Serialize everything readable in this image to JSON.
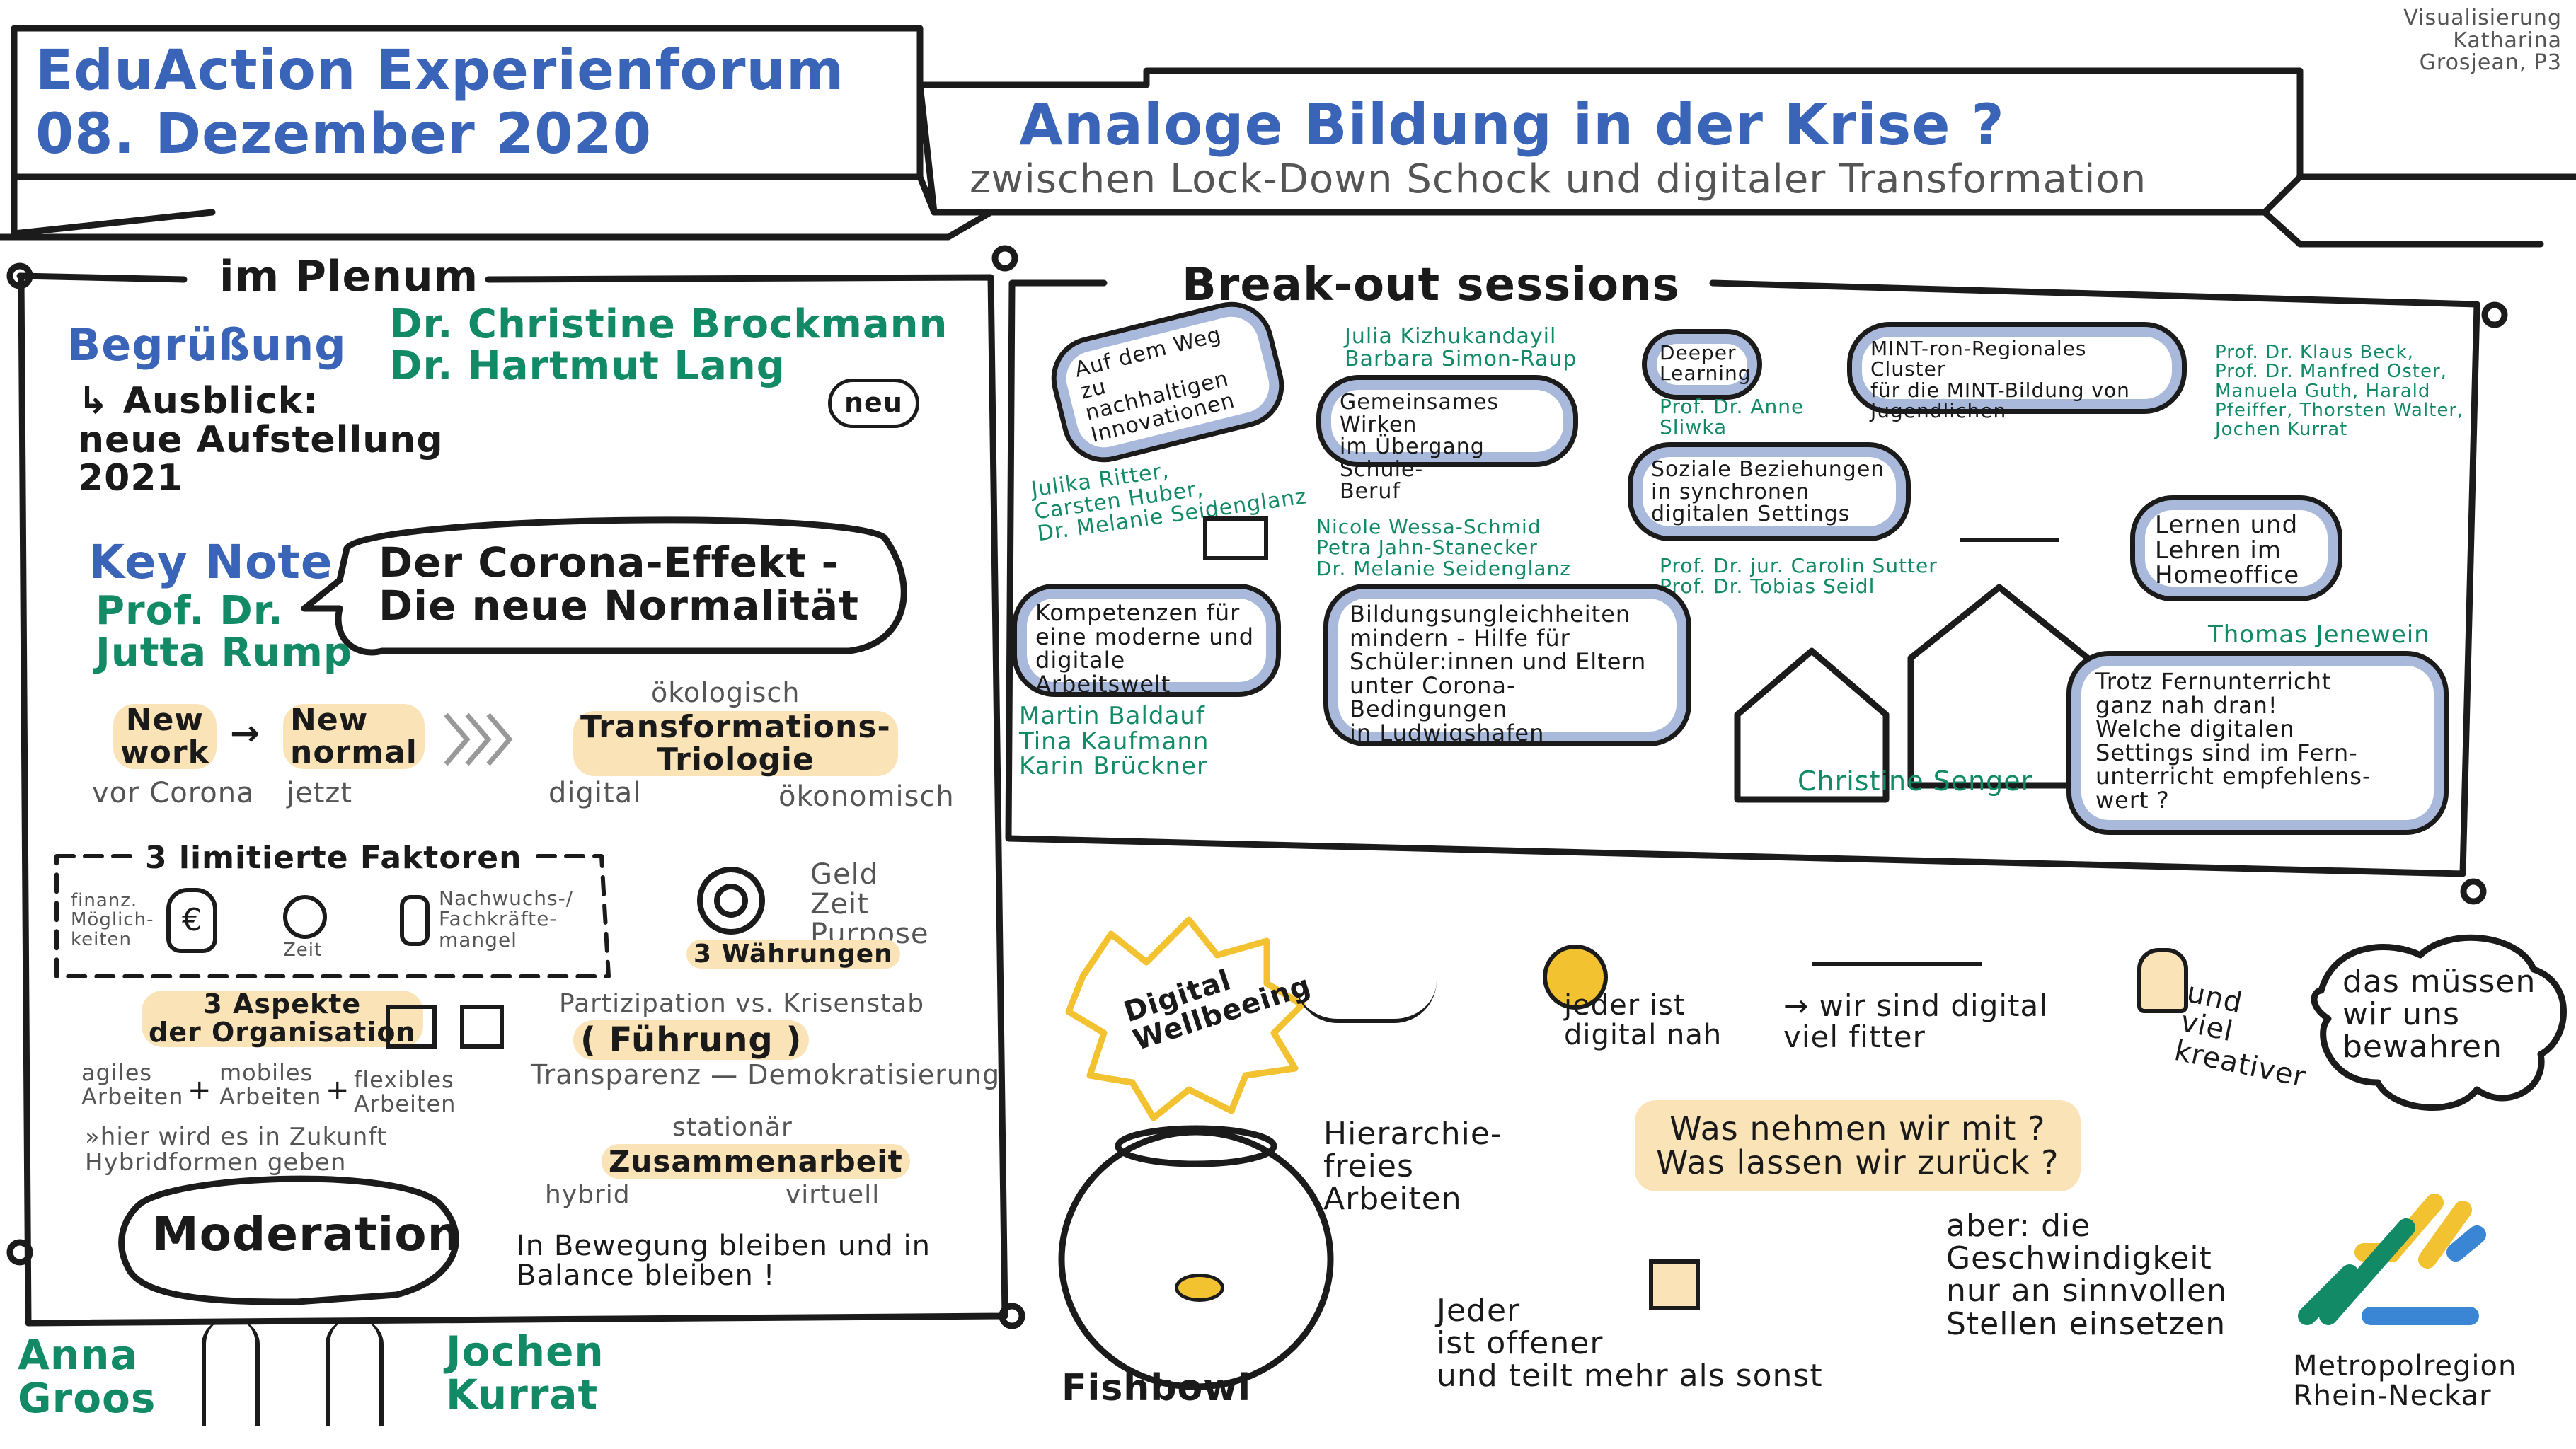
{
  "credit": {
    "text": "Visualisierung\nKatharina\nGrosjean, P3"
  },
  "banner": {
    "line1": "EduAction Experienforum",
    "line2": "08. Dezember 2020"
  },
  "title": {
    "main": "Analoge Bildung in der Krise ?",
    "sub": "zwischen Lock-Down Schock und digitaler Transformation"
  },
  "plenum": {
    "heading": "im Plenum",
    "welcome_label": "Begrüßung",
    "welcome_speakers": "Dr. Christine Brockmann\nDr. Hartmut Lang",
    "outlook": "↳ Ausblick:\nneue Aufstellung\n2021",
    "new_badge": "neu",
    "keynote_label": "Key Note",
    "keynote_speaker": "Prof. Dr.\nJutta Rump",
    "keynote_title": "Der Corona-Effekt -\nDie neue Normalität",
    "new_work": "New\nwork",
    "arrow": "→",
    "new_normal": "New\nnormal",
    "vor_corona": "vor Corona",
    "jetzt": "jetzt",
    "oekologisch": "ökologisch",
    "triologie": "Transformations-\nTriologie",
    "digital": "digital",
    "oekonomisch": "ökonomisch",
    "factors_title": "3 limitierte Faktoren",
    "factor1": "finanz.\nMöglich-\nkeiten",
    "factor2": "Zeit",
    "factor3": "Nachwuchs-/\nFachkräfte-\nmangel",
    "currencies_words": "Geld\nZeit\nPurpose",
    "currencies": "3 Währungen",
    "aspects": "3 Aspekte\nder Organisation",
    "participation": "Partizipation vs. Krisenstab",
    "fuehrung": "( Führung )",
    "transparenz": "Transparenz — Demokratisierung",
    "agiles": "agiles\nArbeiten",
    "mobiles": "mobiles\nArbeiten",
    "flexibles": "flexibles\nArbeiten",
    "plus": "+",
    "zukunft": "»hier wird es in Zukunft\n  Hybridformen geben",
    "stationaer": "stationär",
    "zusammenarbeit": "Zusammenarbeit",
    "hybrid": "hybrid",
    "virtuell": "virtuell",
    "bewegung": "In Bewegung bleiben und in\nBalance bleiben !"
  },
  "moderation": {
    "label": "Moderation",
    "name1": "Anna\nGroos",
    "name2": "Jochen\nKurrat"
  },
  "breakout": {
    "heading": "Break-out sessions",
    "s1_title": "Auf dem Weg zu\nnachhaltigen\nInnovationen",
    "s1_people": "Julika Ritter,\nCarsten Huber,\nDr. Melanie Seidenglanz",
    "s2_people": "Julia Kizhukandayil\nBarbara Simon-Raup",
    "s2_title": "Gemeinsames Wirken\nim Übergang Schule-\nBeruf",
    "s3_title": "Deeper\nLearning",
    "s3_people": "Prof. Dr. Anne\nSliwka",
    "s4_title": "MINT-ron-Regionales Cluster\nfür die MINT-Bildung von\nJugendlichen",
    "s4_people": "Prof. Dr. Klaus Beck,\nProf. Dr. Manfred Oster,\nManuela Guth, Harald\nPfeiffer, Thorsten Walter,\nJochen Kurrat",
    "s5_title": "Soziale Beziehungen\nin synchronen\ndigitalen Settings",
    "s5_people": "Prof. Dr. jur. Carolin Sutter\nProf. Dr. Tobias Seidl",
    "s6_title": "Lernen und\nLehren im\nHomeoffice",
    "s6_people": "Thomas Jenewein",
    "s7_title": "Kompetenzen für\neine moderne und\ndigitale Arbeitswelt",
    "s7_people": "Martin Baldauf\nTina Kaufmann\nKarin Brückner",
    "s8_people": "Nicole Wessa-Schmid\nPetra Jahn-Stanecker\nDr. Melanie Seidenglanz",
    "s8_title": "Bildungsungleichheiten\nmindern - Hilfe für\nSchüler:innen und Eltern\nunter Corona-Bedingungen\nin Ludwigshafen",
    "s9_people": "Christine Senger",
    "s9_title": "Trotz Fernunterricht\nganz nah dran!\nWelche digitalen\nSettings sind im Fern-\nunterricht empfehlens-\nwert ?"
  },
  "fishbowl": {
    "label": "Fishbowl",
    "wellbeing": "Digital\nWellbeeing",
    "jeder_digital": "jeder ist\ndigital nah",
    "fitter": "→ wir sind digital\n   viel fitter",
    "kreativer": "und\nviel\nkreativer",
    "bewahren": "das müssen\nwir uns\nbewahren",
    "question": "Was nehmen wir mit ?\nWas lassen wir zurück ?",
    "hierarchie": "Hierarchie-\nfreies\nArbeiten",
    "offener": "Jeder\nist offener\nund teilt mehr als sonst",
    "aber": "aber: die\nGeschwindigkeit\nnur an sinnvollen\nStellen einsetzen"
  },
  "logo": {
    "text": "Metropolregion\nRhein-Neckar"
  }
}
